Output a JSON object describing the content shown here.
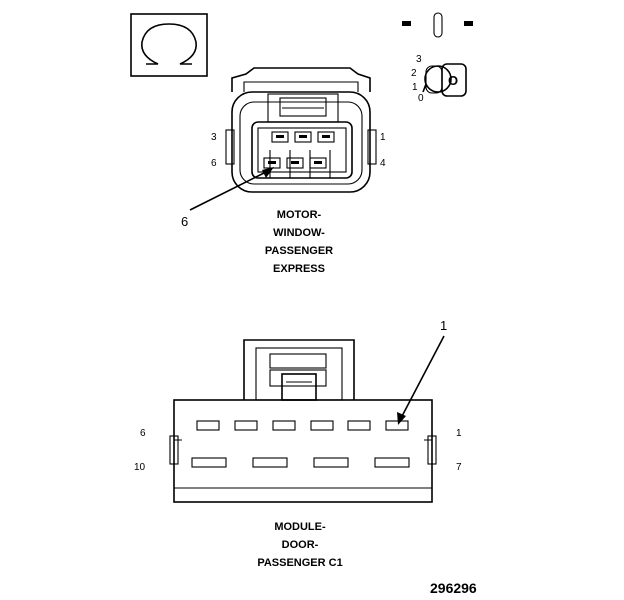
{
  "connector1": {
    "name_lines": [
      "MOTOR-",
      "WINDOW-",
      "PASSENGER",
      "EXPRESS"
    ],
    "pin_labels": {
      "top_left": "3",
      "top_right": "1",
      "bottom_left": "6",
      "bottom_right": "4"
    },
    "callout": "6"
  },
  "connector2": {
    "name_lines": [
      "MODULE-",
      "DOOR-",
      "PASSENGER C1"
    ],
    "pin_labels": {
      "top_left": "6",
      "top_right": "1",
      "bottom_left": "10",
      "bottom_right": "7"
    },
    "callout": "1"
  },
  "legend": {
    "omega_symbol": "Ω",
    "key_letter": "O",
    "key_positions": [
      "3",
      "2",
      "1",
      "0"
    ]
  },
  "figure_number": "296296"
}
